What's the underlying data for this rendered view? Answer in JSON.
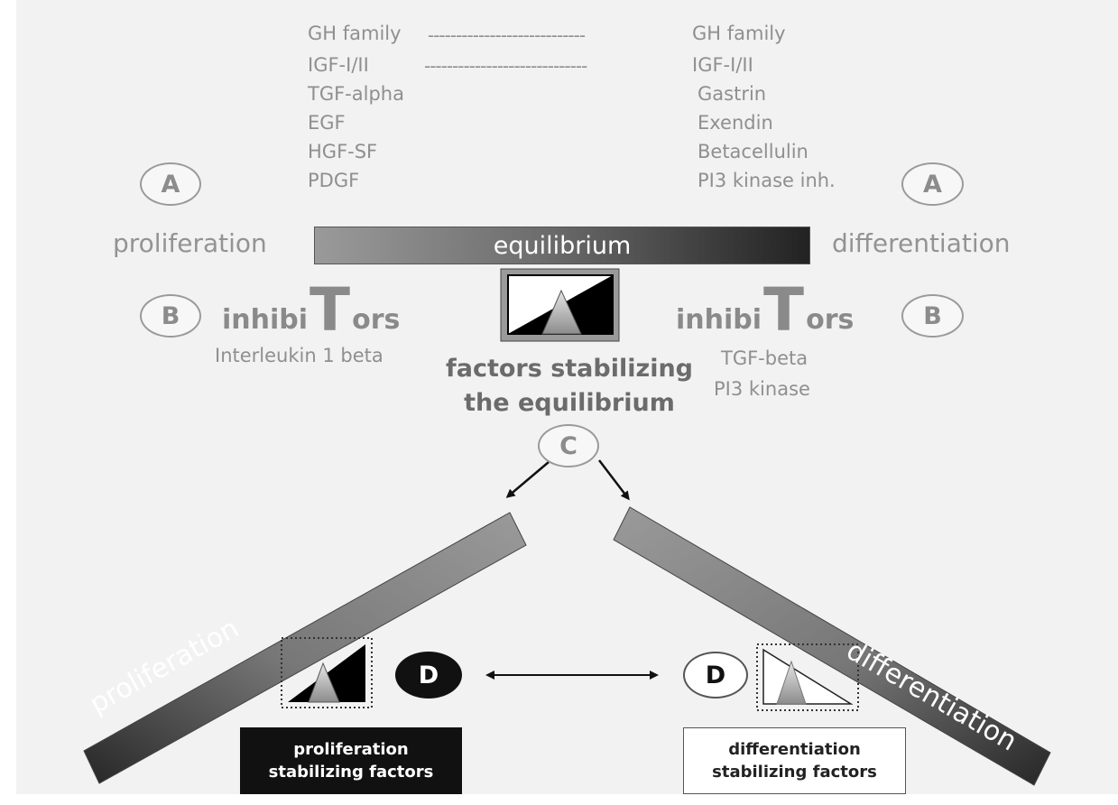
{
  "left_factors": [
    "GH family",
    "IGF-I/II",
    "TGF-alpha",
    "EGF",
    "HGF-SF",
    "PDGF"
  ],
  "right_factors": [
    "GH family",
    "IGF-I/II",
    "Gastrin",
    "Exendin",
    "Betacellulin",
    "PI3 kinase inh."
  ],
  "dash_line_1": "----------------------------",
  "dash_line_2": "-----------------------------",
  "label_A": "A",
  "label_B": "B",
  "label_C": "C",
  "label_D": "D",
  "proliferation": "proliferation",
  "differentiation": "differentiation",
  "equilibrium": "equilibrium",
  "inhibitors": {
    "prefix": "inhibi",
    "big_letter": "T",
    "suffix": "ors"
  },
  "left_inhibitor": "Interleukin 1 beta",
  "right_inhibitors": [
    "TGF-beta",
    "PI3 kinase"
  ],
  "stabilizing": {
    "line1": "factors stabilizing",
    "line2": "the equilibrium"
  },
  "proliferation_box": {
    "line1": "proliferation",
    "line2": "stabilizing factors"
  },
  "differentiation_box": {
    "line1": "differentiation",
    "line2": "stabilizing factors"
  },
  "colors": {
    "panel": "#f2f2f2",
    "text": "#8f8f8f",
    "dark": "#111111"
  }
}
